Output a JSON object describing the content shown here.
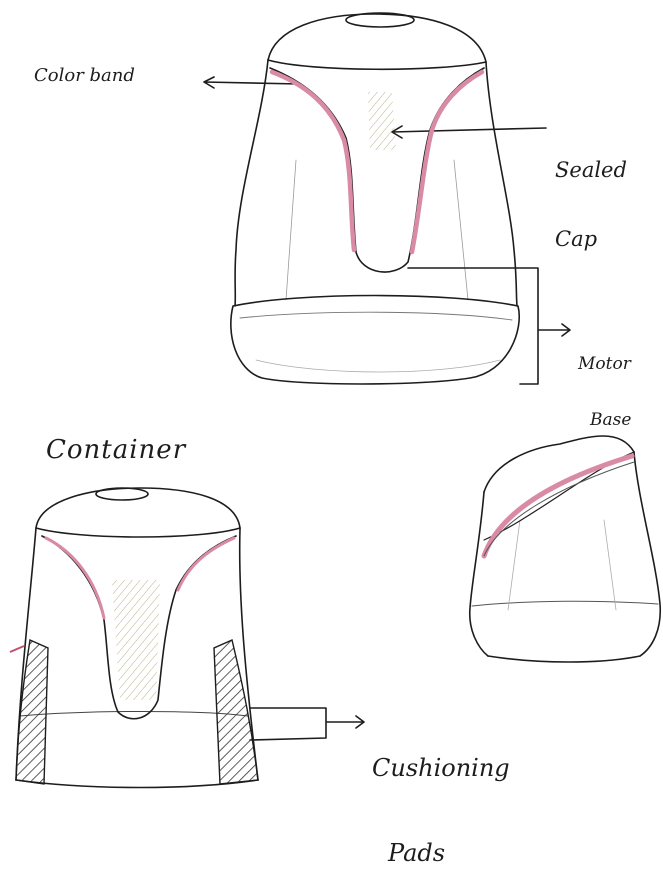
{
  "labels": {
    "color_band": "Color band",
    "sealed_cap": [
      "Sealed",
      "Cap"
    ],
    "motor_base": [
      "Motor",
      "Base"
    ],
    "container": "Container",
    "cushioning_pads": [
      "Cushioning",
      "Pads"
    ]
  },
  "colors": {
    "pencil": "#1d1d1d",
    "color_band": "#d98aa5",
    "hatch": "#333333",
    "paper": "#ffffff"
  }
}
